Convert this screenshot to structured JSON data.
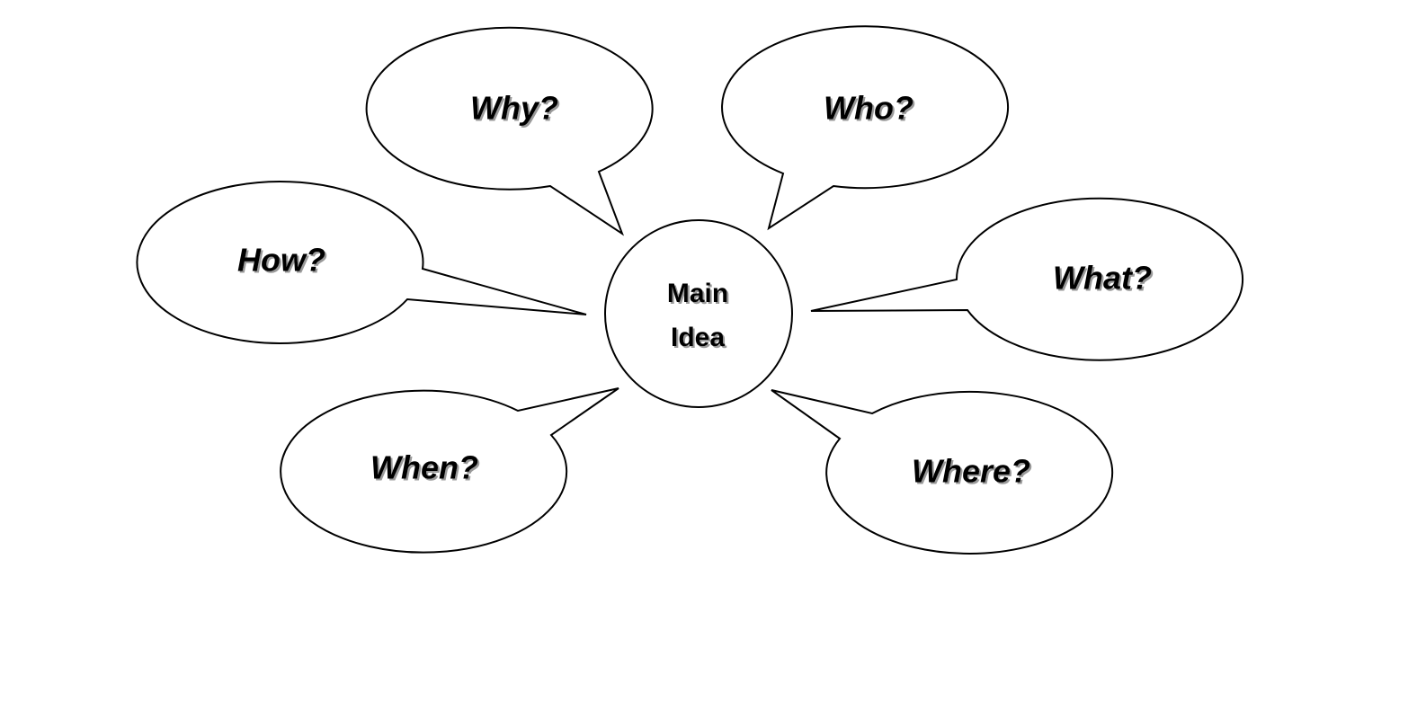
{
  "diagram": {
    "center": {
      "label_line1": "Main",
      "label_line2": "Idea"
    },
    "bubbles": {
      "why": "Why?",
      "who": "Who?",
      "how": "How?",
      "what": "What?",
      "when": "When?",
      "where": "Where?"
    }
  }
}
